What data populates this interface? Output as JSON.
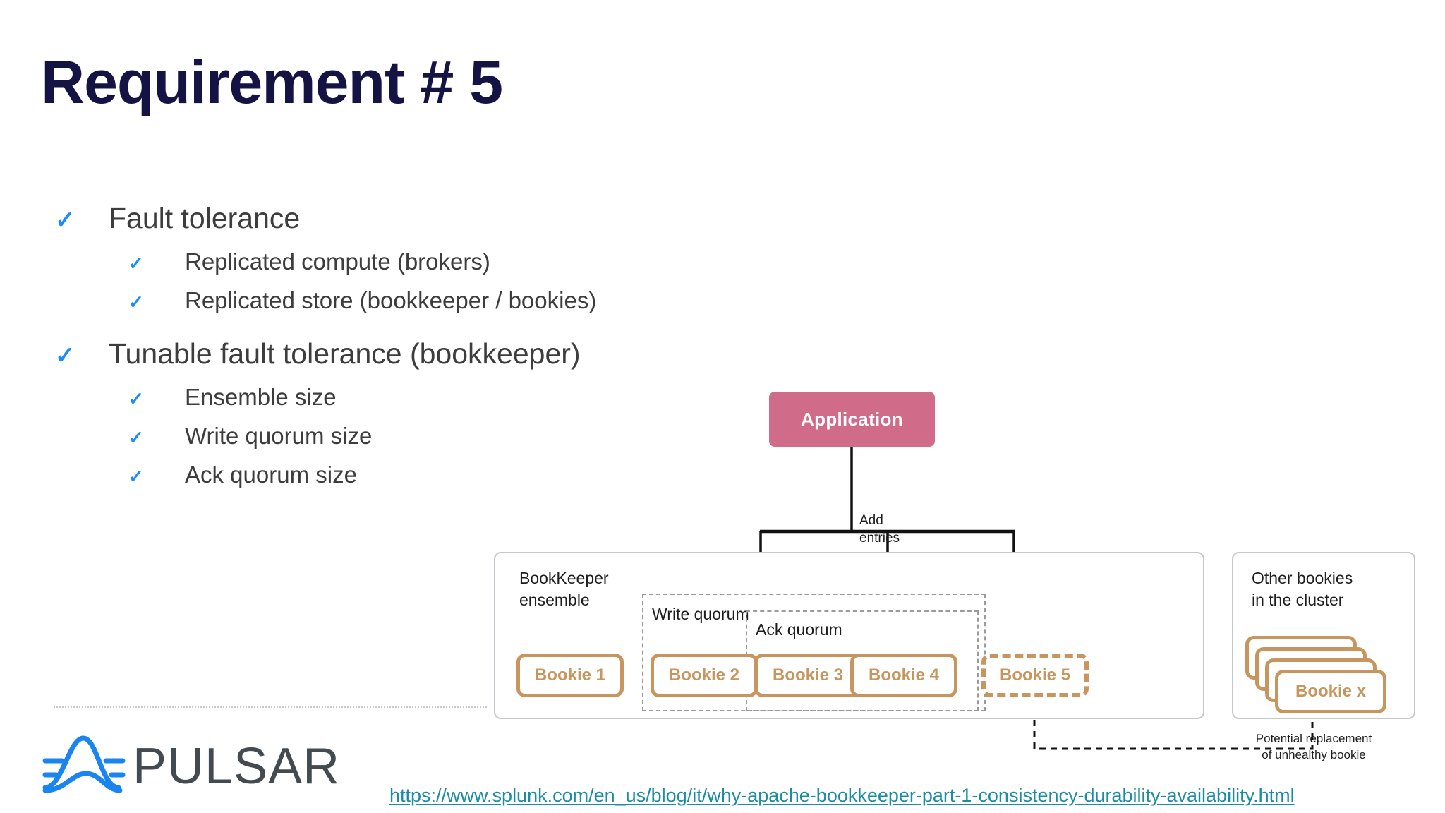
{
  "slide": {
    "title": "Requirement # 5"
  },
  "bullets": {
    "tick_glyph": "✓",
    "items": [
      {
        "level": 1,
        "text": "Fault tolerance"
      },
      {
        "level": 2,
        "text": "Replicated compute (brokers)"
      },
      {
        "level": 2,
        "text": "Replicated store (bookkeeper / bookies)"
      },
      {
        "level": 1,
        "text": "Tunable fault tolerance (bookkeeper)"
      },
      {
        "level": 2,
        "text": "Ensemble size"
      },
      {
        "level": 2,
        "text": "Write quorum size"
      },
      {
        "level": 2,
        "text": "Ack quorum size"
      }
    ]
  },
  "diagram": {
    "application_label": "Application",
    "add_entries_label": "Add\nentries",
    "add_entries_line1": "Add",
    "add_entries_line2": "entries",
    "ensemble_label_line1": "BookKeeper",
    "ensemble_label_line2": "ensemble",
    "other_label_line1": "Other bookies",
    "other_label_line2": "in the cluster",
    "write_quorum_label": "Write quorum",
    "ack_quorum_label": "Ack quorum",
    "bookies": [
      {
        "name": "Bookie 1",
        "style": "solid"
      },
      {
        "name": "Bookie 2",
        "style": "solid"
      },
      {
        "name": "Bookie 3",
        "style": "solid"
      },
      {
        "name": "Bookie 4",
        "style": "solid"
      },
      {
        "name": "Bookie 5",
        "style": "dashed"
      }
    ],
    "bookie_x_label": "Bookie x",
    "replacement_caption_line1": "Potential  replacement",
    "replacement_caption_line2": "of unhealthy bookie"
  },
  "logo": {
    "wordmark": "PULSAR"
  },
  "footer": {
    "link_text": "https://www.splunk.com/en_us/blog/it/why-apache-bookkeeper-part-1-consistency-durability-availability.html"
  },
  "colors": {
    "title": "#151344",
    "tick_blue": "#1a8cff",
    "body_text": "#3d3d3d",
    "application_pink": "#d06c8a",
    "bookie_tan": "#c8955f",
    "container_gray": "#c4c7cb",
    "dashed_gray": "#9a9a9a",
    "link_teal": "#1b8ca3",
    "logo_blue": "#1a85f0",
    "logo_gray": "#434a50"
  }
}
